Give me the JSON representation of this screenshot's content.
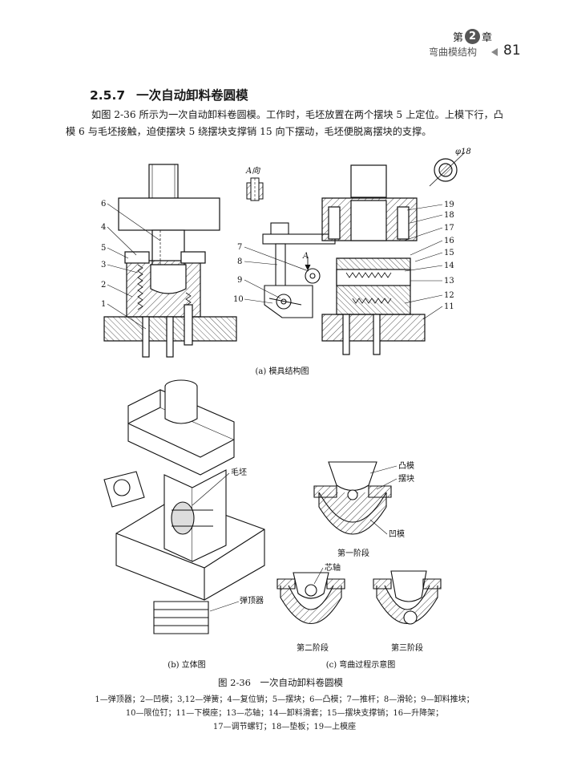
{
  "header": {
    "chapter_pre": "第",
    "chapter_num": "2",
    "chapter_post": "章",
    "subtitle": "弯曲模结构",
    "page_number": "81"
  },
  "section": {
    "number": "2.5.7",
    "title": "一次自动卸料卷圆模"
  },
  "paragraph": "如图 2-36 所示为一次自动卸料卷圆模。工作时，毛坯放置在两个摆块 5 上定位。上模下行，凸模 6 与毛坯接触，迫使摆块 5 绕摆块支撑销 15 向下摆动，毛坯便脱离摆块的支撑。",
  "figure_a": {
    "caption": "(a) 模具结构图",
    "view_label": "A向",
    "arrow_label": "A",
    "dim_label": "φ18",
    "left_callouts": [
      "6",
      "4",
      "5",
      "3",
      "2",
      "1"
    ],
    "mid_callouts": [
      "7",
      "8",
      "9",
      "10"
    ],
    "right_callouts": [
      "19",
      "18",
      "17",
      "16",
      "15",
      "14",
      "13",
      "12",
      "11"
    ]
  },
  "figure_b": {
    "caption": "(b) 立体图",
    "label_blank": "毛坯",
    "label_ejector": "弹顶器"
  },
  "figure_c": {
    "caption": "(c) 弯曲过程示意图",
    "label_punch": "凸模",
    "label_swing": "摆块",
    "label_die": "凹模",
    "stage1": "第一阶段",
    "label_core": "芯轴",
    "stage2": "第二阶段",
    "stage3": "第三阶段"
  },
  "figure_caption": "图 2-36　一次自动卸料卷圆模",
  "legend_lines": [
    "1—弹顶器；2—凹模；3,12—弹簧；4—复位销；5—摆块；6—凸模；7—推杆；8—滑轮；9—卸料推块；",
    "10—限位钉；11—下模座；13—芯轴；14—卸料滑套；15—摆块支撑销；16—升降架；",
    "17—调节螺钉；18—垫板；19—上模座"
  ]
}
